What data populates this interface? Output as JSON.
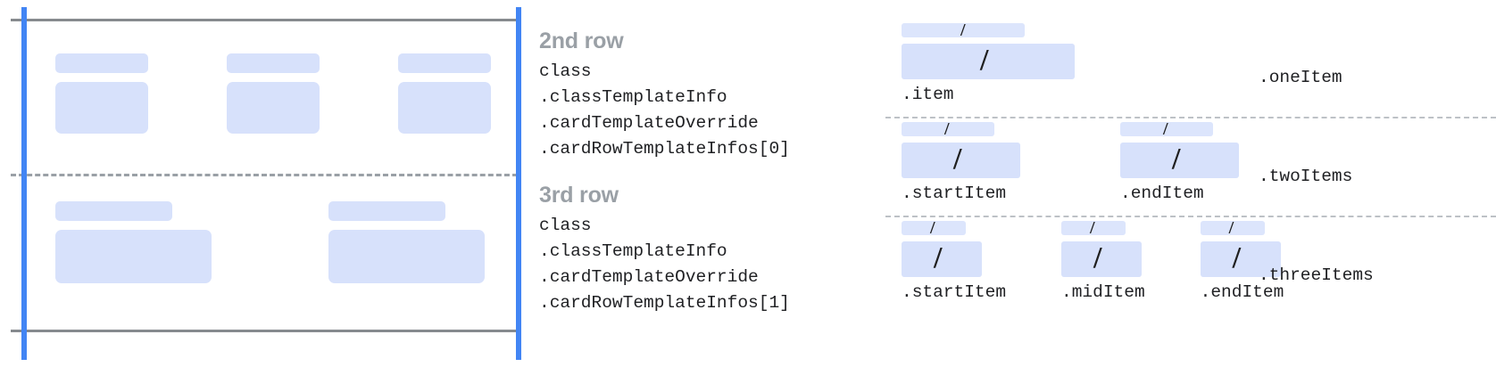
{
  "left_panel": {
    "guides": {
      "line_color": "#4285f4",
      "rule_color": "#868a8e",
      "dash_color": "#9aa0a6"
    },
    "placeholder_color": "#d7e1fb",
    "rows": [
      {
        "name": "row-1",
        "cards": [
          {
            "bar": "",
            "box": ""
          },
          {
            "bar": "",
            "box": ""
          },
          {
            "bar": "",
            "box": ""
          }
        ]
      },
      {
        "name": "row-2",
        "cards": [
          {
            "bar": "",
            "box": ""
          },
          {
            "bar": "",
            "box": ""
          }
        ]
      }
    ]
  },
  "code_blocks": [
    {
      "title": "2nd row",
      "lines": "class\n.classTemplateInfo\n.cardTemplateOverride\n.cardRowTemplateInfos[0]"
    },
    {
      "title": "3rd row",
      "lines": "class\n.classTemplateInfo\n.cardTemplateOverride\n.cardRowTemplateInfos[1]"
    }
  ],
  "examples": [
    {
      "label": ".oneItem",
      "slots": [
        {
          "caption": ".item",
          "glyph": "/"
        }
      ]
    },
    {
      "label": ".twoItems",
      "slots": [
        {
          "caption": ".startItem",
          "glyph": "/"
        },
        {
          "caption": ".endItem",
          "glyph": "/"
        }
      ]
    },
    {
      "label": ".threeItems",
      "slots": [
        {
          "caption": ".startItem",
          "glyph": "/"
        },
        {
          "caption": ".midItem",
          "glyph": "/"
        },
        {
          "caption": ".endItem",
          "glyph": "/"
        }
      ]
    }
  ]
}
